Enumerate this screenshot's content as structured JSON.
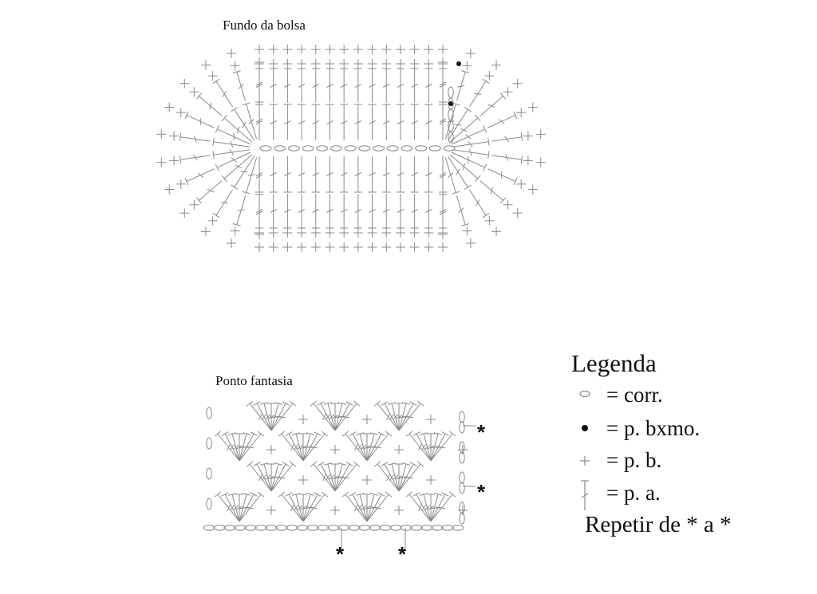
{
  "diagram": {
    "oval_title": "Fundo da bolsa",
    "fancy_title": "Ponto fantasia",
    "legend": {
      "title": "Legenda",
      "items": [
        {
          "symbol": "chain-stitch-icon",
          "text": "= corr."
        },
        {
          "symbol": "slip-stitch-icon",
          "text": "= p. bxmo."
        },
        {
          "symbol": "single-crochet-icon",
          "text": "= p. b."
        },
        {
          "symbol": "double-crochet-icon",
          "text": "= p. a."
        }
      ],
      "repeat_note": "Repetir de * a *"
    },
    "repeat_marks": [
      "*",
      "*",
      "*",
      "*"
    ],
    "colors": {
      "stitch": "#8a8a8a",
      "text": "#111111",
      "dot": "#111111"
    }
  }
}
